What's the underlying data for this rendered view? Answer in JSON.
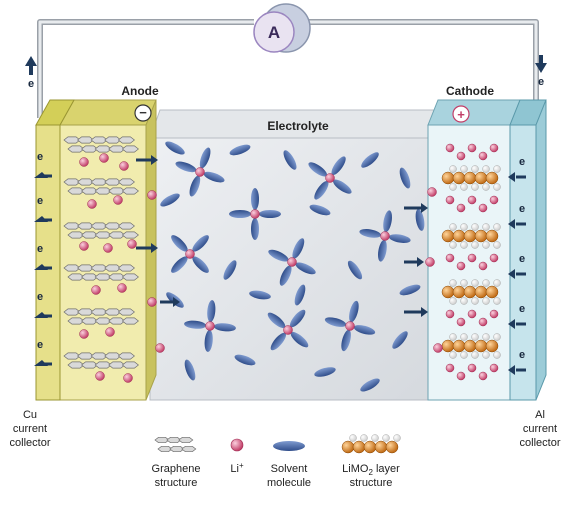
{
  "ammeter": {
    "label": "A"
  },
  "electron_symbol": "e",
  "anode": {
    "title": "Anode",
    "sign": "−"
  },
  "cathode": {
    "title": "Cathode",
    "sign": "+"
  },
  "electrolyte": {
    "title": "Electrolyte"
  },
  "left_collector": {
    "line1": "Cu",
    "line2": "current",
    "line3": "collector"
  },
  "right_collector": {
    "line1": "Al",
    "line2": "current",
    "line3": "collector"
  },
  "legend": {
    "graphene": {
      "line1": "Graphene",
      "line2": "structure"
    },
    "li_ion": {
      "line1": "Li",
      "sup": "+"
    },
    "solvent": {
      "line1": "Solvent",
      "line2": "molecule"
    },
    "limo2": {
      "line1_a": "LiMO",
      "line1_sub": "2",
      "line1_b": " layer",
      "line2": "structure"
    }
  },
  "colors": {
    "anode_face": "#e6e08a",
    "anode_side": "#c8c25e",
    "cathode_face": "#c6e4ec",
    "cathode_side": "#8fc5d2",
    "li_ion": "#d9577f",
    "solvent": "#3d5f9f",
    "metal_oxide": "#e08a2a",
    "arrow": "#1f3a5c"
  }
}
